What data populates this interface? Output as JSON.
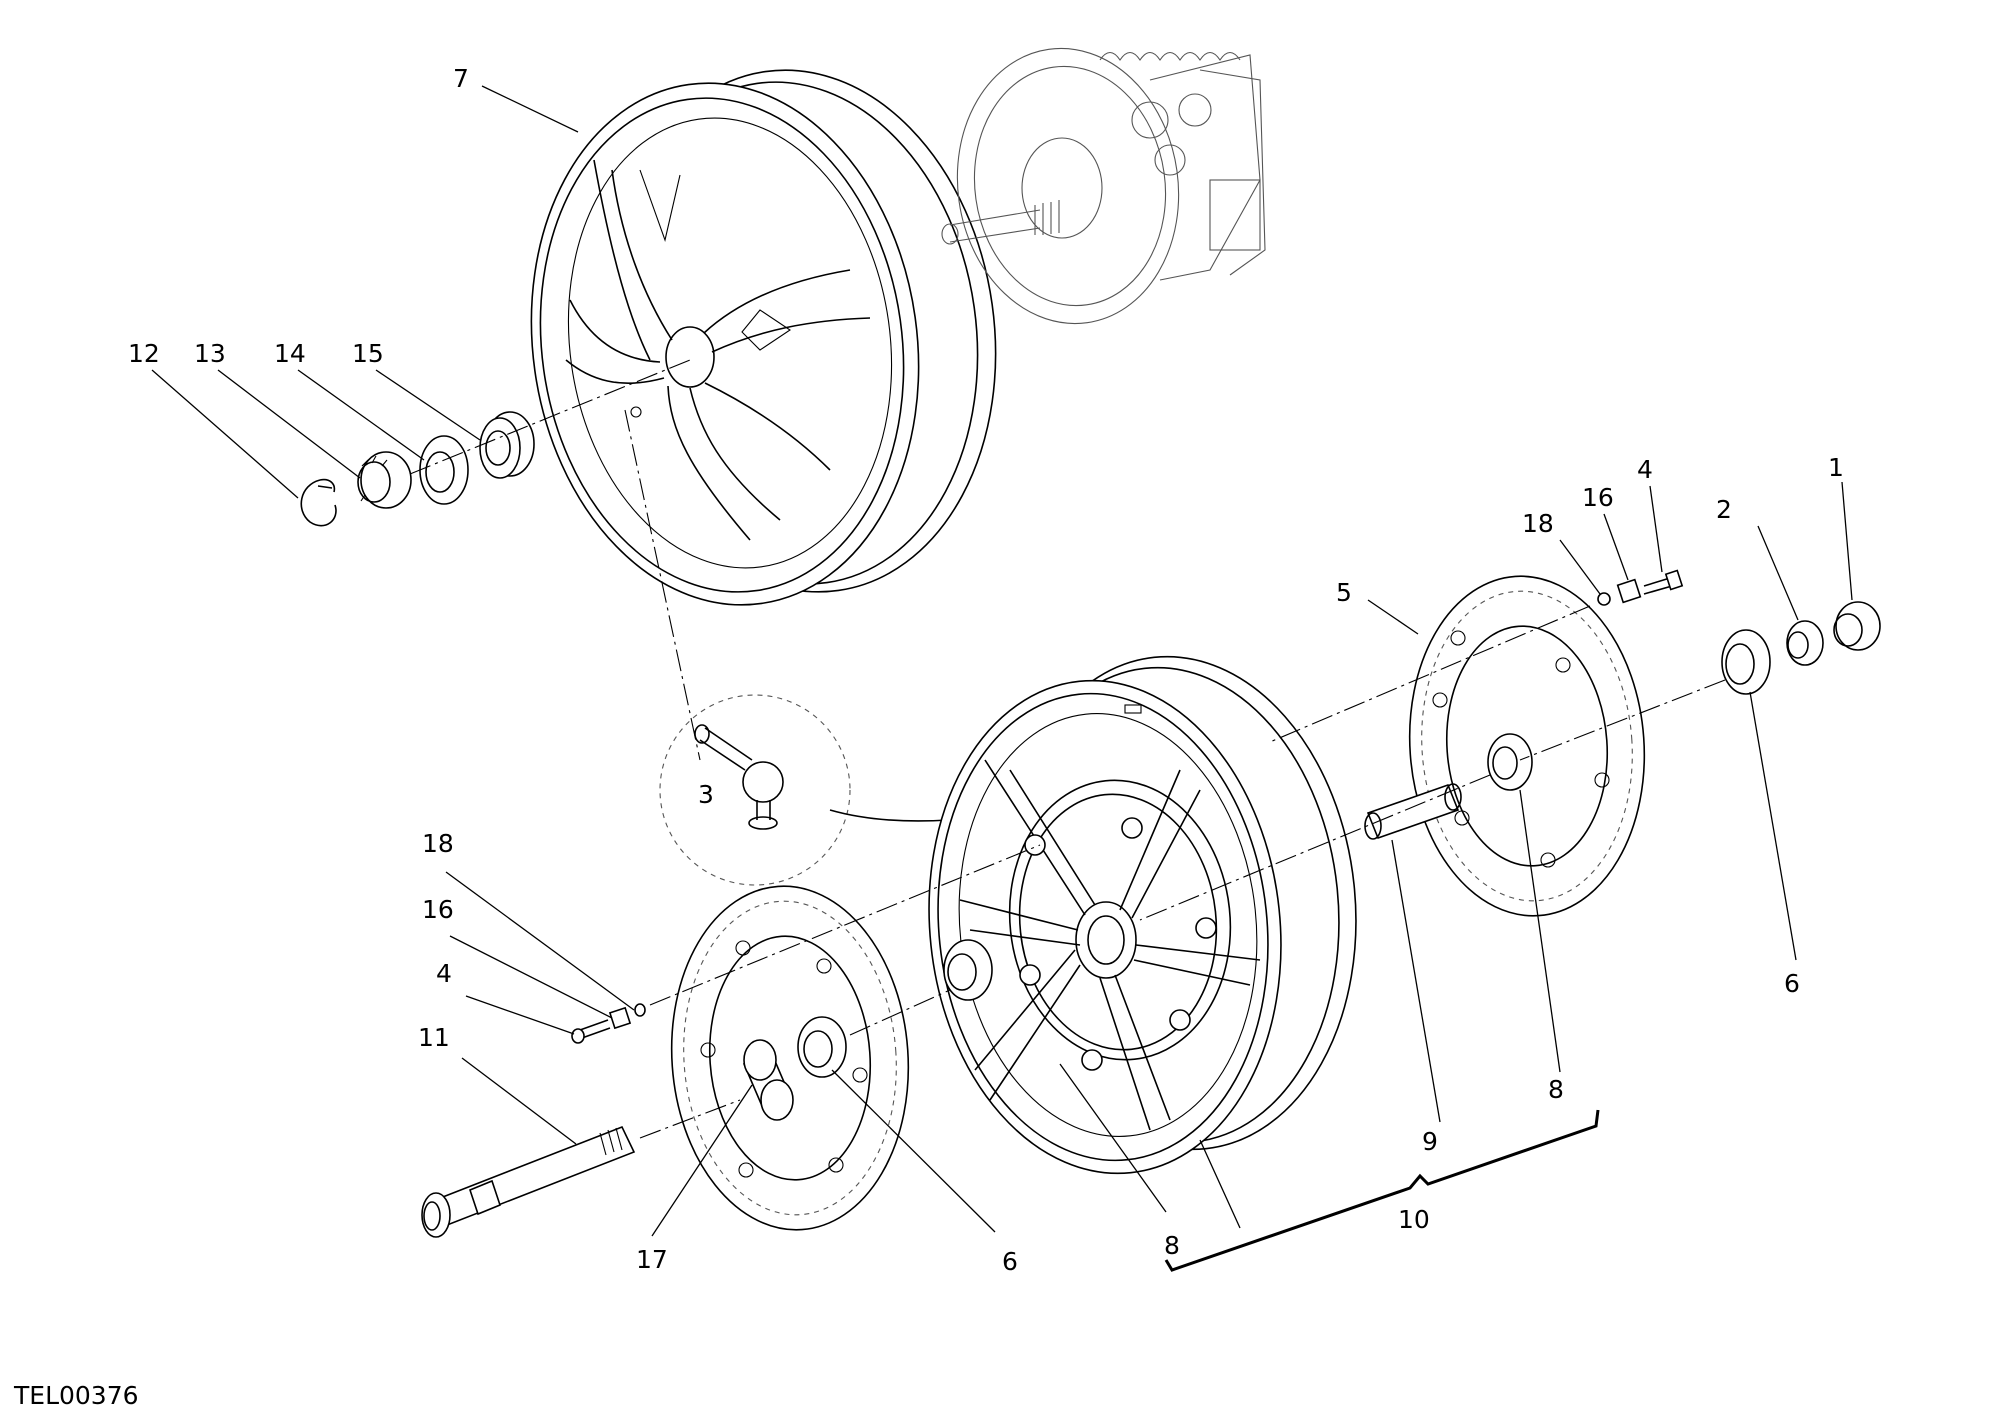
{
  "drawing_code": "TEL00376",
  "callouts": [
    {
      "id": "c7",
      "text": "7"
    },
    {
      "id": "c12",
      "text": "12"
    },
    {
      "id": "c13",
      "text": "13"
    },
    {
      "id": "c14",
      "text": "14"
    },
    {
      "id": "c15",
      "text": "15"
    },
    {
      "id": "c3",
      "text": "3"
    },
    {
      "id": "c5",
      "text": "5"
    },
    {
      "id": "c18r",
      "text": "18"
    },
    {
      "id": "c16r",
      "text": "16"
    },
    {
      "id": "c4r",
      "text": "4"
    },
    {
      "id": "c2",
      "text": "2"
    },
    {
      "id": "c1",
      "text": "1"
    },
    {
      "id": "c6r",
      "text": "6"
    },
    {
      "id": "c8r",
      "text": "8"
    },
    {
      "id": "c9",
      "text": "9"
    },
    {
      "id": "c10",
      "text": "10"
    },
    {
      "id": "c8b",
      "text": "8"
    },
    {
      "id": "c18l",
      "text": "18"
    },
    {
      "id": "c16l",
      "text": "16"
    },
    {
      "id": "c4l",
      "text": "4"
    },
    {
      "id": "c11",
      "text": "11"
    },
    {
      "id": "c17",
      "text": "17"
    },
    {
      "id": "c6l",
      "text": "6"
    }
  ]
}
